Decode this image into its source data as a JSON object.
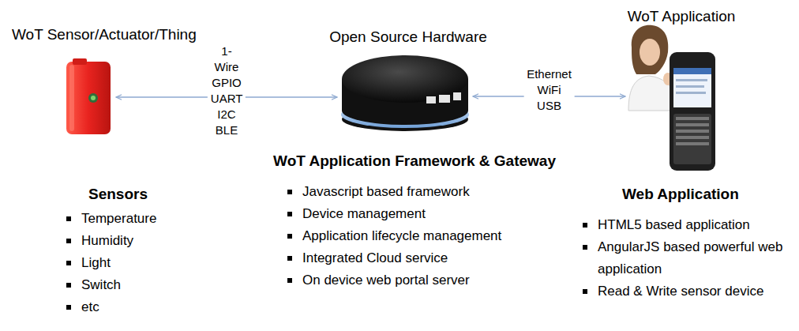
{
  "diagram": {
    "nodes": [
      {
        "text": [
          "WoT Sensor/Actuator/Thing"
        ]
      },
      {
        "text": [
          "Open Source Hardware"
        ]
      },
      {
        "text": [
          "WoT Application"
        ]
      }
    ],
    "edges": [
      {
        "from": 0,
        "to": 1,
        "arrow": "both",
        "label": "1-Wire GPIO UART I2C BLE"
      },
      {
        "from": 1,
        "to": 2,
        "arrow": "both",
        "label": "Ethernet WiFi USB"
      }
    ],
    "labels": [
      "Sensors",
      "Temperature",
      "Humidity",
      "Light",
      "Switch",
      "etc",
      "WoT Application Framework & Gateway",
      "Javascript based framework",
      "Device management",
      "Application lifecycle management",
      "Integrated Cloud service",
      "On device web portal server",
      "Web Application",
      "HTML5 based application",
      "AngularJS based powerful web application",
      "Read & Write sensor device"
    ]
  }
}
